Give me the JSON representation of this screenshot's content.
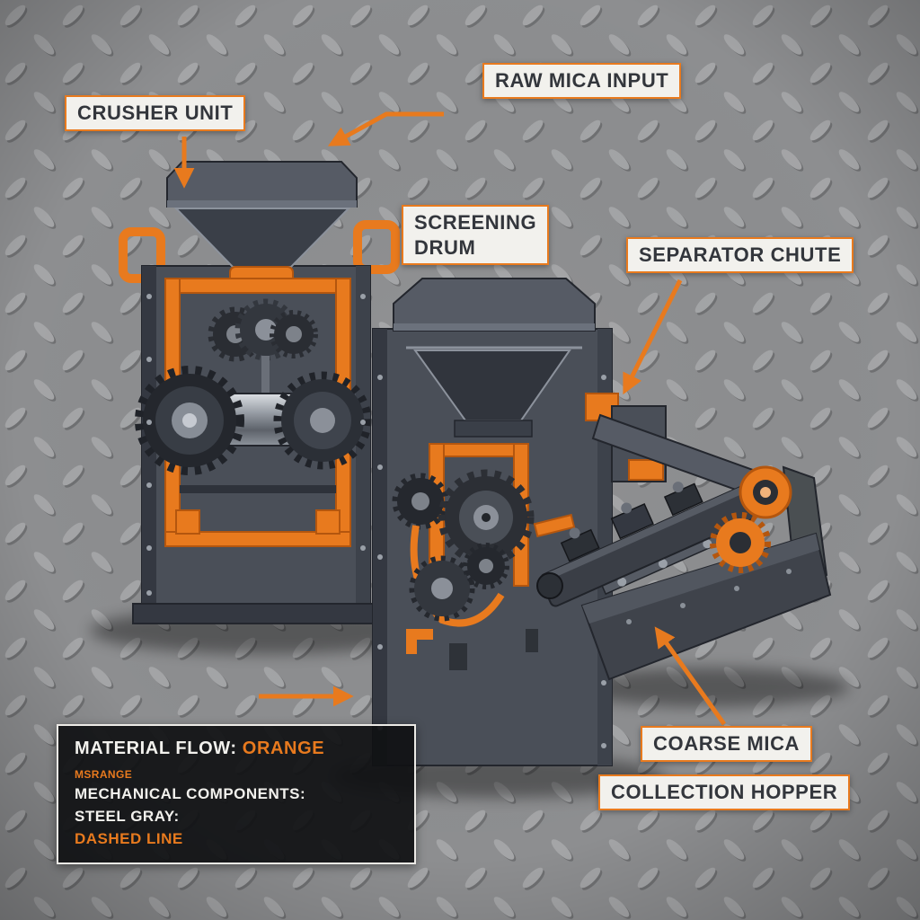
{
  "colors": {
    "accent_orange": "#e87a1e",
    "steel_gray": "#4a4f58",
    "label_bg": "#f2f1ed",
    "label_text": "#33363c",
    "legend_bg": "rgba(16,17,19,0.93)",
    "legend_border": "#eceae6",
    "background_metal": "#8d8e90"
  },
  "labels": {
    "raw_mica_input": "RAW MICA INPUT",
    "crusher_unit": "CRUSHER UNIT",
    "screening_drum_line1": "SCREENING",
    "screening_drum_line2": "DRUM",
    "separator_chute": "SEPARATOR CHUTE",
    "coarse_mica": "COARSE MICA",
    "collection_hopper": "COLLECTION HOPPER"
  },
  "legend": {
    "material_flow_label": "MATERIAL FLOW:",
    "material_flow_value": "ORANGE",
    "subtext": "MSRANGE",
    "mechanical_components_label": "MECHANICAL COMPONENTS:",
    "steel_gray_label": "STEEL GRAY:",
    "dashed_line_label": "DASHED LINE"
  }
}
